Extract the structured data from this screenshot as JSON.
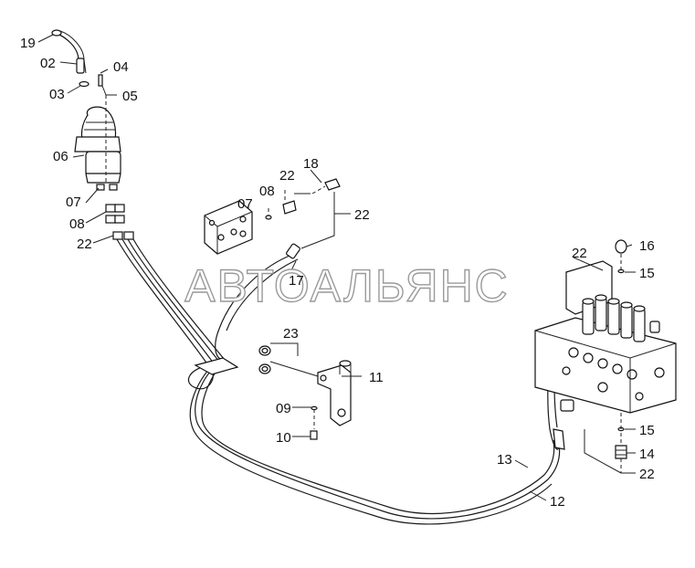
{
  "callouts": {
    "c19": "19",
    "c02": "02",
    "c03": "03",
    "c04": "04",
    "c05": "05",
    "c06": "06",
    "c07a": "07",
    "c08a": "08",
    "c22a": "22",
    "c07b": "07",
    "c08b": "08",
    "c22b": "22",
    "c18": "18",
    "c22c": "22",
    "c17": "17",
    "c23": "23",
    "c11": "11",
    "c09": "09",
    "c10": "10",
    "c22d": "22",
    "c16": "16",
    "c15a": "15",
    "c15b": "15",
    "c14": "14",
    "c22e": "22",
    "c13": "13",
    "c12": "12"
  },
  "watermark": "АВТОАЛЬЯНС"
}
